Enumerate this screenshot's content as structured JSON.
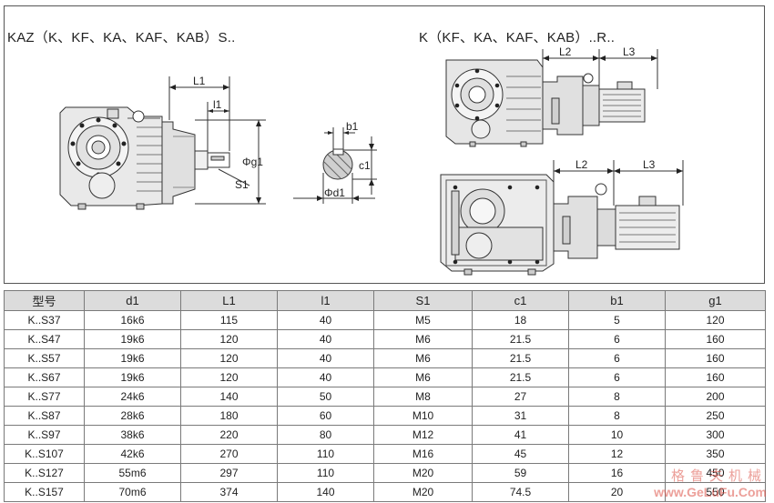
{
  "drawing": {
    "caption_left": "KAZ（K、KF、KA、KAF、KAB）S..",
    "caption_right": "K（KF、KA、KAF、KAB）..R..",
    "labels": {
      "L1": "L1",
      "l1": "l1",
      "b1": "b1",
      "c1": "c1",
      "g1": "Φg1",
      "s1": "S1",
      "d1": "Φd1",
      "L2": "L2",
      "L3": "L3"
    }
  },
  "table": {
    "headers": [
      "型号",
      "d1",
      "L1",
      "l1",
      "S1",
      "c1",
      "b1",
      "g1"
    ],
    "rows": [
      [
        "K..S37",
        "16k6",
        "115",
        "40",
        "M5",
        "18",
        "5",
        "120"
      ],
      [
        "K..S47",
        "19k6",
        "120",
        "40",
        "M6",
        "21.5",
        "6",
        "160"
      ],
      [
        "K..S57",
        "19k6",
        "120",
        "40",
        "M6",
        "21.5",
        "6",
        "160"
      ],
      [
        "K..S67",
        "19k6",
        "120",
        "40",
        "M6",
        "21.5",
        "6",
        "160"
      ],
      [
        "K..S77",
        "24k6",
        "140",
        "50",
        "M8",
        "27",
        "8",
        "200"
      ],
      [
        "K..S87",
        "28k6",
        "180",
        "60",
        "M10",
        "31",
        "8",
        "250"
      ],
      [
        "K..S97",
        "38k6",
        "220",
        "80",
        "M12",
        "41",
        "10",
        "300"
      ],
      [
        "K..S107",
        "42k6",
        "270",
        "110",
        "M16",
        "45",
        "12",
        "350"
      ],
      [
        "K..S127",
        "55m6",
        "297",
        "110",
        "M20",
        "59",
        "16",
        "450"
      ],
      [
        "K..S157",
        "70m6",
        "374",
        "140",
        "M20",
        "74.5",
        "20",
        "550"
      ]
    ]
  },
  "watermark": {
    "text_cn": "格鲁夫机械",
    "url": "www.GeLuFu.Com"
  }
}
